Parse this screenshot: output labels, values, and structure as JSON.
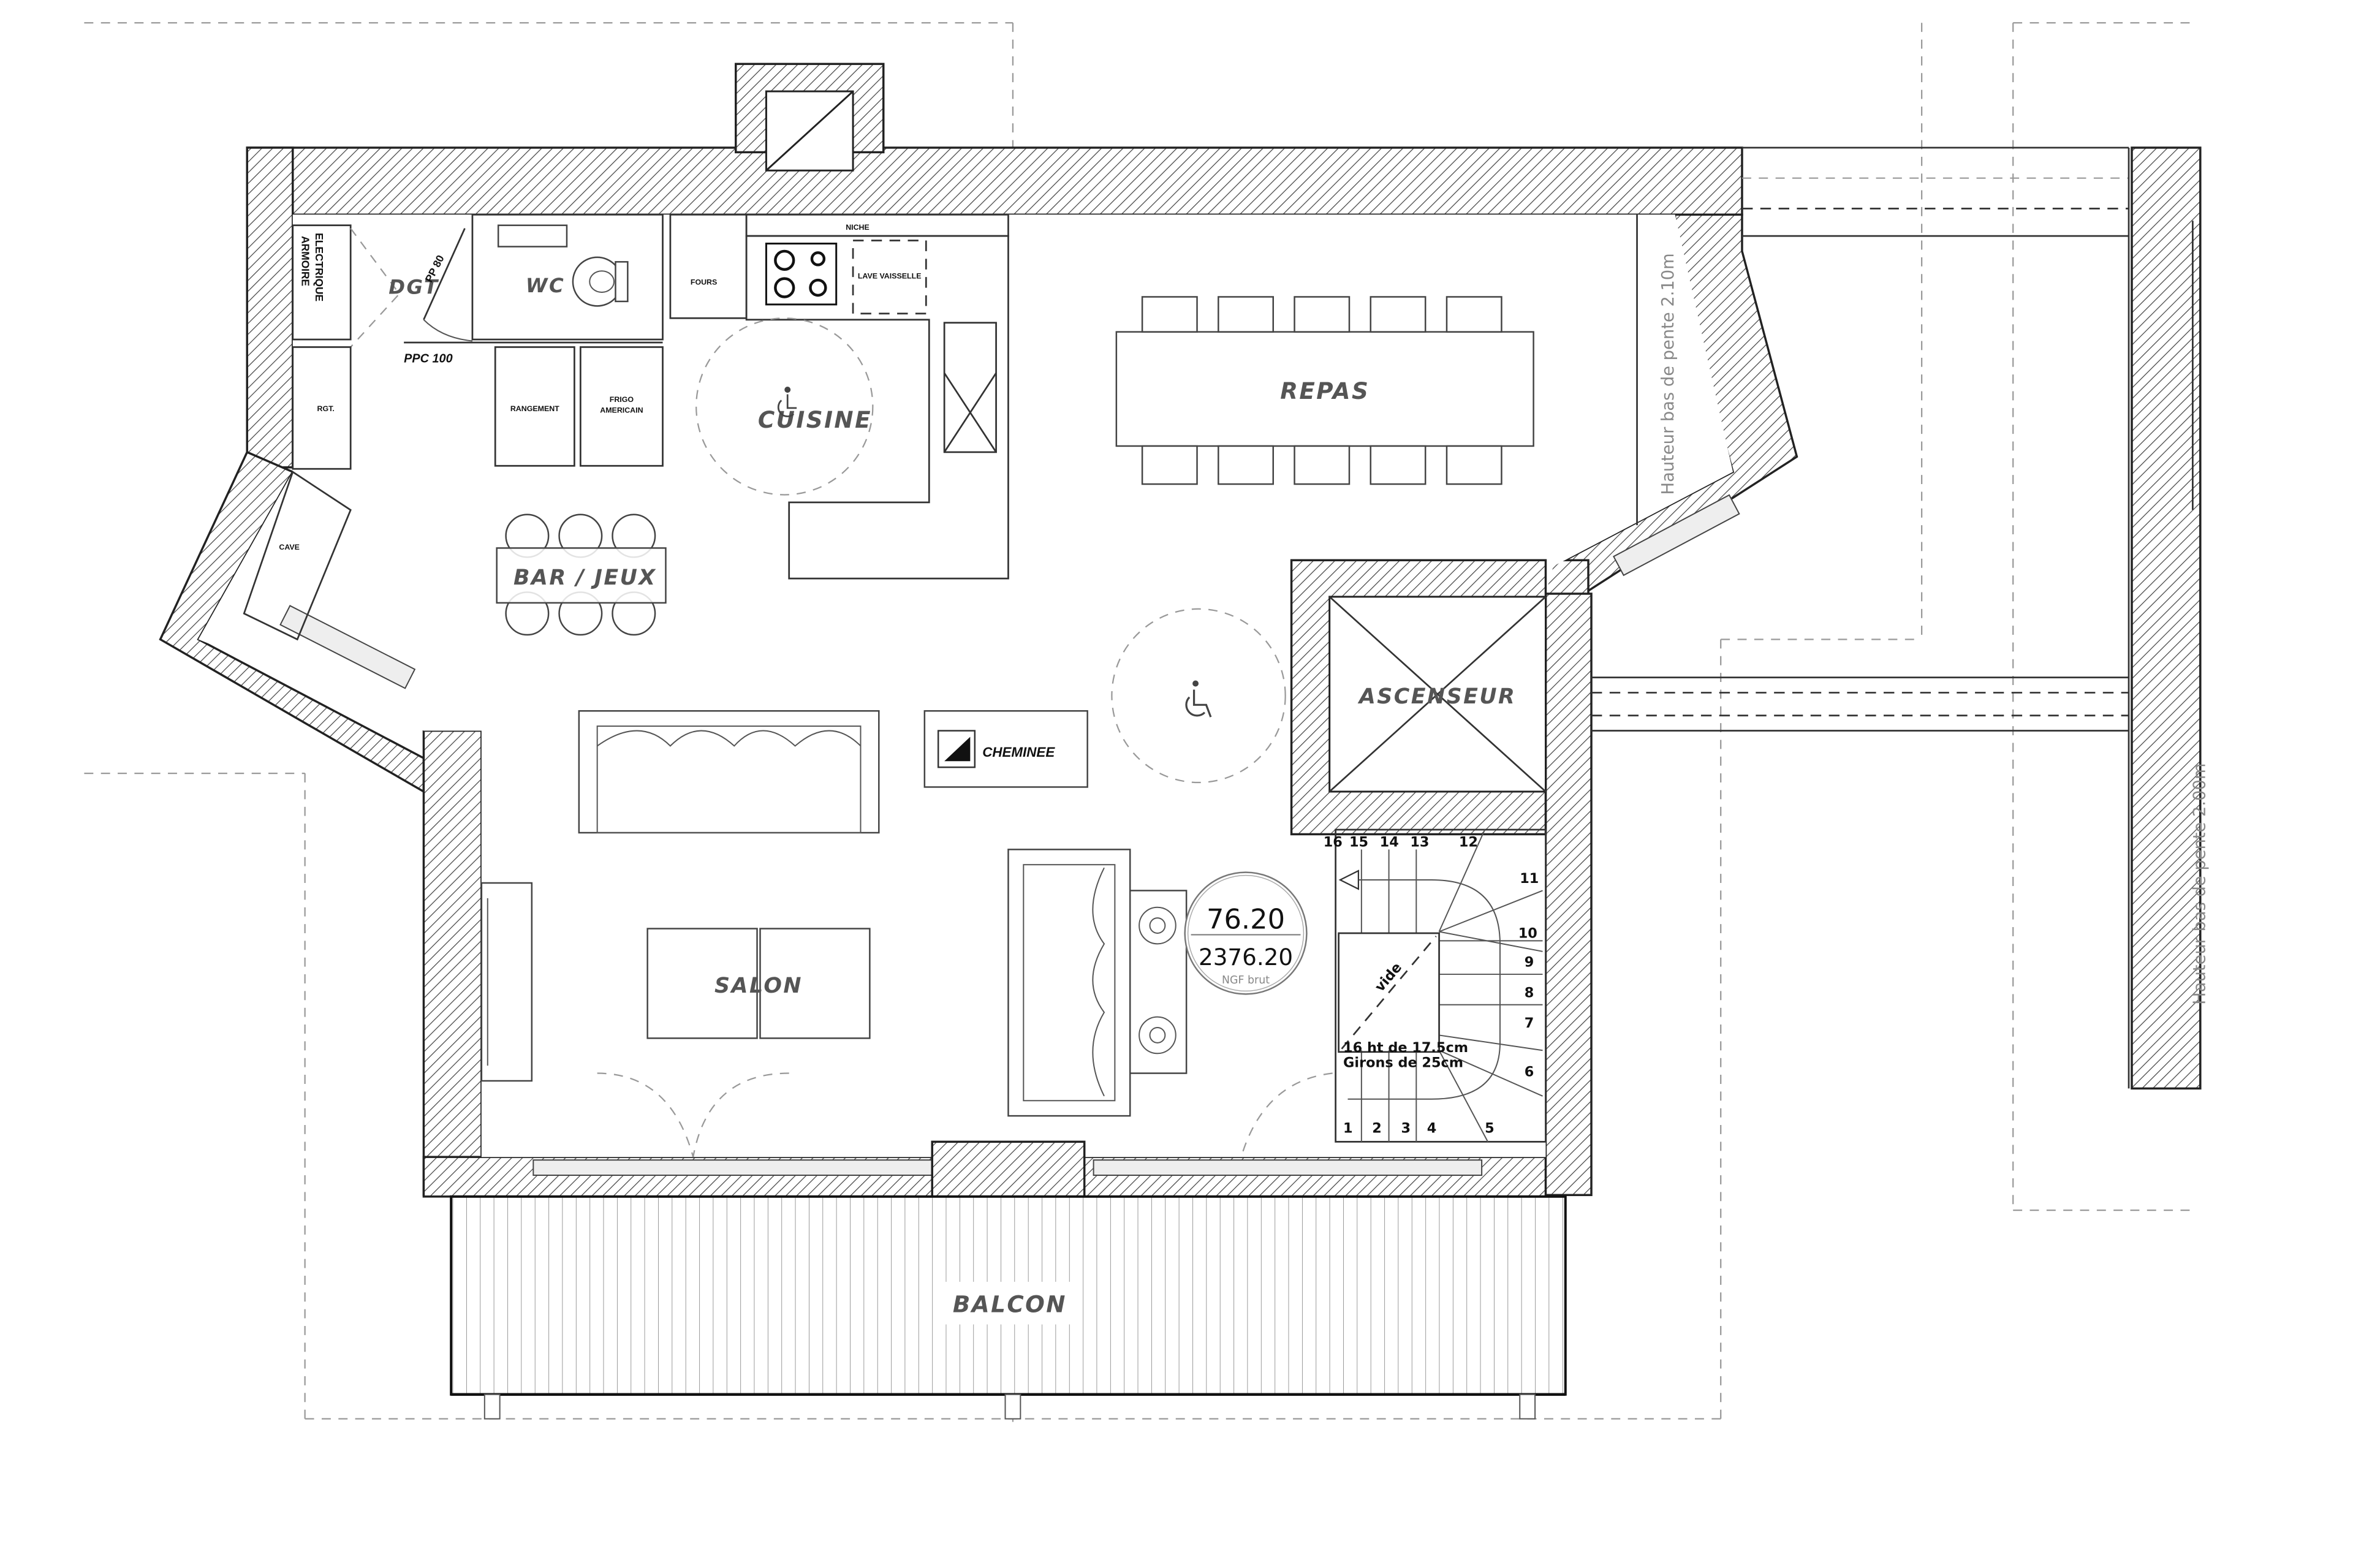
{
  "drawing": {
    "type": "floor-plan",
    "rooms": {
      "wc": "WC",
      "dgt": "DGT",
      "cuisine": "CUISINE",
      "repas": "REPAS",
      "bar_jeux": "BAR / JEUX",
      "ascenseur": "ASCENSEUR",
      "salon": "SALON",
      "balcon": "BALCON",
      "cave": "CAVE",
      "rgt": "RGT."
    },
    "fixtures": {
      "armoire_line1": "ARMOIRE",
      "armoire_line2": "ELECTRIQUE",
      "pp80": "PP 80",
      "ppc100": "PPC 100",
      "niche": "NICHE",
      "fours": "FOURS",
      "lave_vaisselle": "LAVE VAISSELLE",
      "rangement": "RANGEMENT",
      "frigo_line1": "FRIGO",
      "frigo_line2": "AMERICAIN",
      "cheminee": "CHEMINEE"
    },
    "notes": {
      "slope_height_left": "Hauteur bas de pente 2.10m",
      "slope_height_right": "Hauteur bas de pente 2.00m"
    },
    "level_marker": {
      "relative": "76.20",
      "absolute": "2376.20",
      "reference": "NGF brut"
    },
    "stairs": {
      "void_label": "vide",
      "spec_line1": "16 ht de 17.5cm",
      "spec_line2": "Girons de 25cm",
      "steps_top": [
        "16",
        "15",
        "14",
        "13",
        "12"
      ],
      "steps_right": [
        "11",
        "10",
        "9",
        "8",
        "7",
        "6"
      ],
      "steps_bottom": [
        "1",
        "2",
        "3",
        "4",
        "5"
      ]
    },
    "icons": [
      "wheelchair-accessibility-icon",
      "wheelchair-accessibility-icon",
      "elevator-cross-icon",
      "toilet-icon",
      "cooktop-icon",
      "fireplace-icon"
    ],
    "colors": {
      "line": "#333333",
      "label": "#555555",
      "hidden_line": "#999999",
      "background": "#ffffff"
    }
  }
}
